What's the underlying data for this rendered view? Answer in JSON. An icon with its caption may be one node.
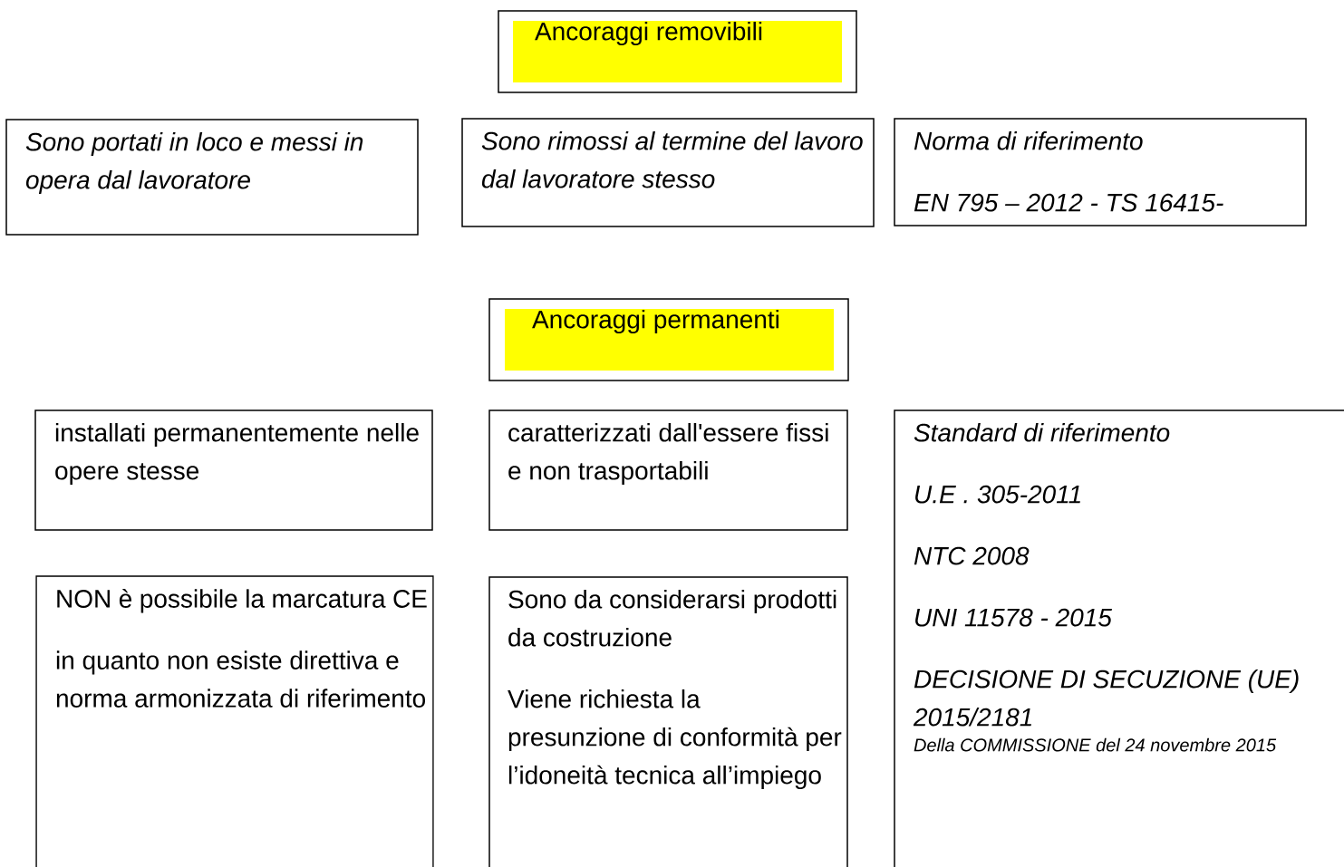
{
  "diagram": {
    "nodes": [
      {
        "text": [
          "Ancoraggi removibili"
        ]
      },
      {
        "text": [
          "Sono portati in loco e messi in opera dal lavoratore"
        ]
      },
      {
        "text": [
          "Sono rimossi al termine del lavoro dal lavoratore stesso"
        ]
      },
      {
        "text": [
          "Norma di riferimento",
          "EN 795 – 2012 - TS 16415-"
        ]
      },
      {
        "text": [
          "Ancoraggi permanenti"
        ]
      },
      {
        "text": [
          "installati permanentemente nelle opere stesse"
        ]
      },
      {
        "text": [
          "caratterizzati dall'essere fissi e non trasportabili"
        ]
      },
      {
        "text": [
          "NON è possibile la marcatura CE",
          "in quanto non esiste direttiva e norma armonizzata di riferimento"
        ]
      },
      {
        "text": [
          "Sono da considerarsi prodotti da costruzione",
          "Viene richiesta la presunzione di conformità per l’idoneità tecnica all’impiego"
        ]
      },
      {
        "text": [
          "Standard di riferimento",
          "U.E . 305-2011",
          "NTC 2008",
          "UNI 11578 - 2015",
          "DECISIONE DI SECUZIONE (UE) 2015/2181",
          "Della  COMMISSIONE del 24 novembre 2015"
        ]
      }
    ]
  }
}
